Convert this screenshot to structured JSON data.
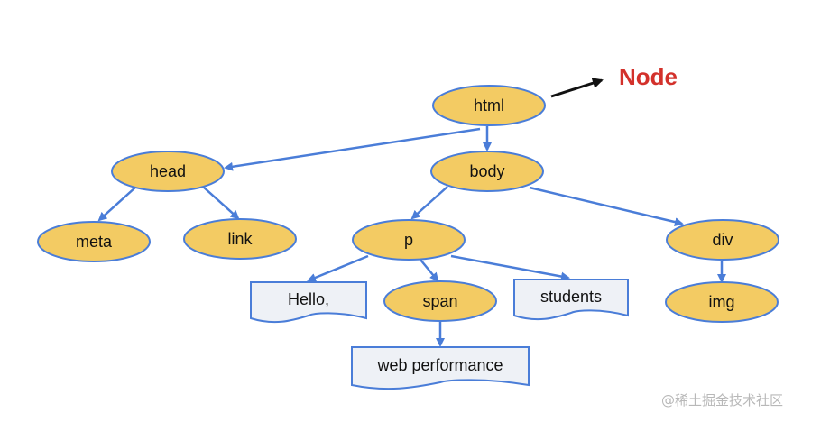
{
  "diagram": {
    "callout_label": "Node",
    "colors": {
      "ellipse_fill": "#F3CB63",
      "ellipse_stroke": "#4A7DD8",
      "edge": "#4A7DD8",
      "doc_fill": "#EEF1F6",
      "doc_stroke": "#4A7DD8",
      "callout_text": "#D3312B",
      "callout_arrow": "#111111"
    },
    "nodes": [
      {
        "id": "html",
        "label": "html",
        "shape": "ellipse"
      },
      {
        "id": "head",
        "label": "head",
        "shape": "ellipse"
      },
      {
        "id": "body",
        "label": "body",
        "shape": "ellipse"
      },
      {
        "id": "meta",
        "label": "meta",
        "shape": "ellipse"
      },
      {
        "id": "link",
        "label": "link",
        "shape": "ellipse"
      },
      {
        "id": "p",
        "label": "p",
        "shape": "ellipse"
      },
      {
        "id": "div",
        "label": "div",
        "shape": "ellipse"
      },
      {
        "id": "hello",
        "label": "Hello,",
        "shape": "document"
      },
      {
        "id": "span",
        "label": "span",
        "shape": "ellipse"
      },
      {
        "id": "students",
        "label": "students",
        "shape": "document"
      },
      {
        "id": "img",
        "label": "img",
        "shape": "ellipse"
      },
      {
        "id": "webperf",
        "label": "web performance",
        "shape": "document"
      }
    ],
    "edges": [
      {
        "from": "html",
        "to": "head"
      },
      {
        "from": "html",
        "to": "body"
      },
      {
        "from": "head",
        "to": "meta"
      },
      {
        "from": "head",
        "to": "link"
      },
      {
        "from": "body",
        "to": "p"
      },
      {
        "from": "body",
        "to": "div"
      },
      {
        "from": "p",
        "to": "hello"
      },
      {
        "from": "p",
        "to": "span"
      },
      {
        "from": "p",
        "to": "students"
      },
      {
        "from": "div",
        "to": "img"
      },
      {
        "from": "span",
        "to": "webperf"
      }
    ]
  },
  "watermark": "@稀土掘金技术社区"
}
